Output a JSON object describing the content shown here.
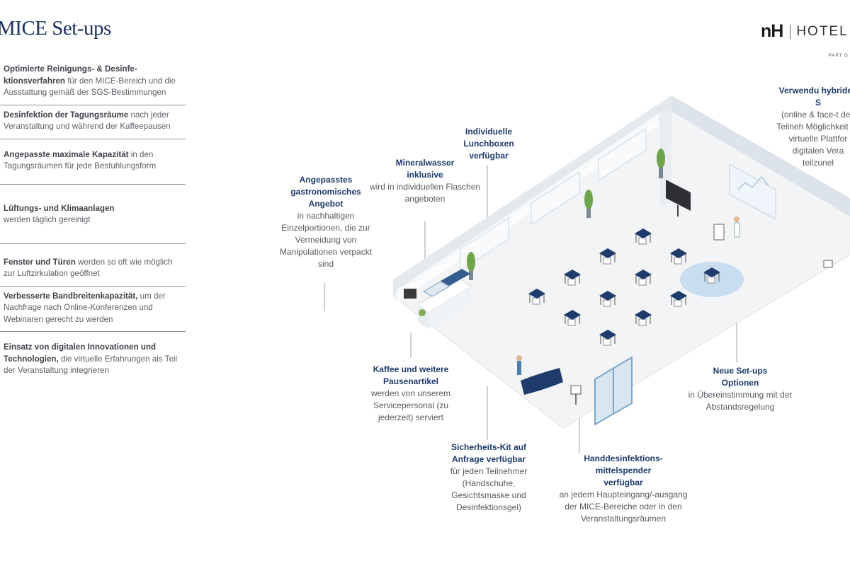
{
  "header": {
    "title": "MICE Set-ups",
    "logo_mark": "nH",
    "logo_text": "HOTEL",
    "logo_sub": "PART O"
  },
  "left_items": [
    {
      "bold": "Optimierte Reinigungs- & Desinfe-ktionsverfahren",
      "text": " für den MICE-Bereich und die Ausstattung gemäß der SGS-Bestimmungen"
    },
    {
      "bold": "Desinfektion der Tagungsräume",
      "text": " nach jeder Veranstaltung und während der Kaffeepausen"
    },
    {
      "bold": "Angepasste maximale Kapazität",
      "text": " in den Tagungsräumen für jede Bestuhlungsform"
    },
    {
      "bold": "Lüftungs- und Klimaanlagen",
      "text": " werden täglich gereinigt"
    },
    {
      "bold": "Fenster und Türen",
      "text": " werden so oft wie möglich zur Luftzirkulation geöffnet"
    },
    {
      "bold": "Verbesserte Bandbreitenkapazität,",
      "text": " um der Nachfrage nach Online-Konferenzen und Webinaren gerecht zu werden"
    },
    {
      "bold": "Einsatz von digitalen Innovationen und Technologien,",
      "text": " die virtuelle Erfahrungen als Teil der Veranstaltung integrieren"
    }
  ],
  "callouts": {
    "gastro": {
      "heading": "Angepasstes gastronomisches Angebot",
      "text": "in nachhaltigen Einzelportionen, die zur Vermeidung von Manipulationen verpackt sind"
    },
    "water": {
      "heading": "Mineralwasser inklusive",
      "text": "wird in individuellen Flaschen angeboten"
    },
    "lunch": {
      "heading": "Individuelle Lunchboxen verfügbar",
      "text": ""
    },
    "hybrid": {
      "heading": "Verwendu hybriden S",
      "text": "(online & face-t den Teilneh Möglichkeit zu virtuelle Plattfor digitalen Vera teilzunel"
    },
    "coffee": {
      "heading": "Kaffee und weitere Pausenartikel",
      "text": "werden von unserem Servicepersonal (zu jederzeit) serviert"
    },
    "safety": {
      "heading": "Sicherheits-Kit auf Anfrage verfügbar",
      "text": "für jeden Teilnehmer (Handschuhe, Gesichtsmaske und Desinfektionsgel)"
    },
    "sanitizer": {
      "heading": "Handdesinfektions-mittelspender verfügbar",
      "text": "an jedem Haupteingang/-ausgang der MICE-Bereiche oder in den Veranstaltungsräumen"
    },
    "setups": {
      "heading": "Neue Set-ups Optionen",
      "text": "in Übereinstimmung mit der Abstandsregelung"
    }
  },
  "colors": {
    "navy": "#1e3b6b",
    "accent_blue": "#2a4f86",
    "circle": "#c9ddf0"
  }
}
